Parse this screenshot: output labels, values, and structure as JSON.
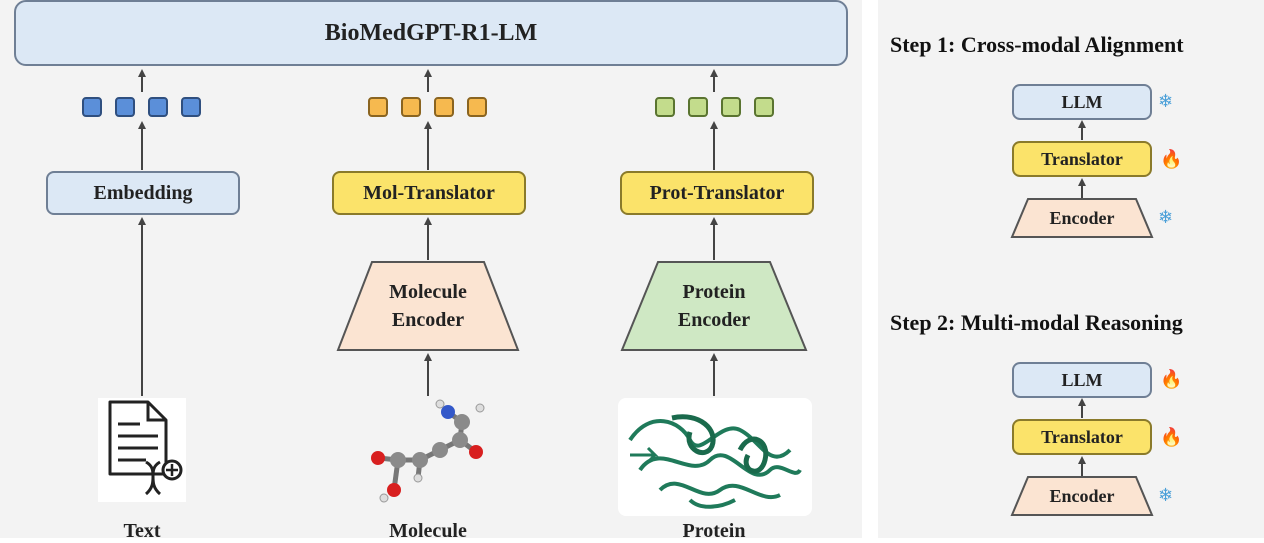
{
  "main": {
    "llm_title": "BioMedGPT-R1-LM",
    "embedding_label": "Embedding",
    "mol_translator_label": "Mol-Translator",
    "prot_translator_label": "Prot-Translator",
    "molecule_encoder_label": "Molecule\nEncoder",
    "protein_encoder_label": "Protein\nEncoder",
    "text_input_label": "Text",
    "molecule_input_label": "Molecule",
    "protein_input_label": "Protein"
  },
  "steps": [
    {
      "title": "Step 1: Cross-modal Alignment",
      "llm": "LLM",
      "translator": "Translator",
      "encoder": "Encoder",
      "llm_icon": "snowflake-icon",
      "translator_icon": "fire-icon",
      "encoder_icon": "snowflake-icon"
    },
    {
      "title": "Step 2: Multi-modal Reasoning",
      "llm": "LLM",
      "translator": "Translator",
      "encoder": "Encoder",
      "llm_icon": "fire-icon",
      "translator_icon": "fire-icon",
      "encoder_icon": "snowflake-icon"
    }
  ],
  "colors": {
    "llm_fill": "#dce8f5",
    "translator_fill": "#fbe36a",
    "molecule_encoder_fill": "#fbe4d2",
    "protein_encoder_fill": "#cfe8c4",
    "text_token": "#5b8fd9",
    "molecule_token": "#f6b94f",
    "protein_token": "#c3dc8c",
    "frozen_icon": "#4a9fd8",
    "trainable_icon": "#ef8a2c"
  }
}
